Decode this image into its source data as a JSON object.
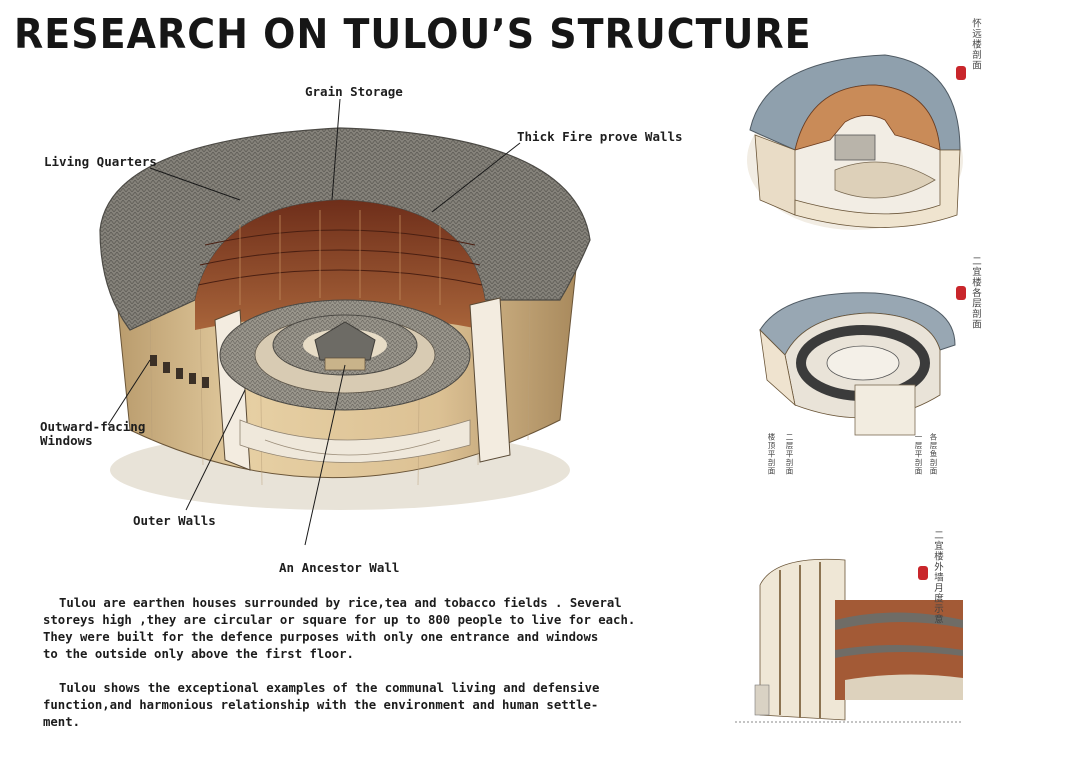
{
  "header": {
    "title": "RESEARCH ON TULOU’S STRUCTURE"
  },
  "labels": {
    "grain_storage": "Grain Storage",
    "thick_walls": "Thick Fire prove Walls",
    "living_quarters": "Living Quarters",
    "windows_line1": "Outward-facing",
    "windows_line2": "Windows",
    "outer_walls": "Outer Walls",
    "ancestor_wall": "An Ancestor Wall"
  },
  "description": {
    "para1_lines": [
      "Tulou are earthen houses surrounded  by rice,tea and tobacco fields . Several",
      "storeys high ,they are circular or square  for up to 800 people to live  for each.",
      "They were built for the defence purposes with  only one entrance and windows",
      "to the outside only above the first floor."
    ],
    "para2_lines": [
      "Tulou shows the exceptional examples of  the communal living and defensive",
      "function,and harmonious relationship with the environment and human settle-",
      "ment."
    ]
  },
  "side_panels": {
    "top_caption": "怀远楼剖面",
    "middle_caption": "二宜楼各层剖面",
    "middle_sub1": "楼顶平剖面",
    "middle_sub2": "二层平剖面",
    "middle_sub3": "一层平剖面",
    "middle_sub4": "各层鱼剖面",
    "bottom_caption": "二宜楼外墙月度示意"
  },
  "colors": {
    "roof": "#7d7a72",
    "wall": "#dcc49a",
    "wood": "#8a4a2a",
    "seal": "#c9262b"
  }
}
